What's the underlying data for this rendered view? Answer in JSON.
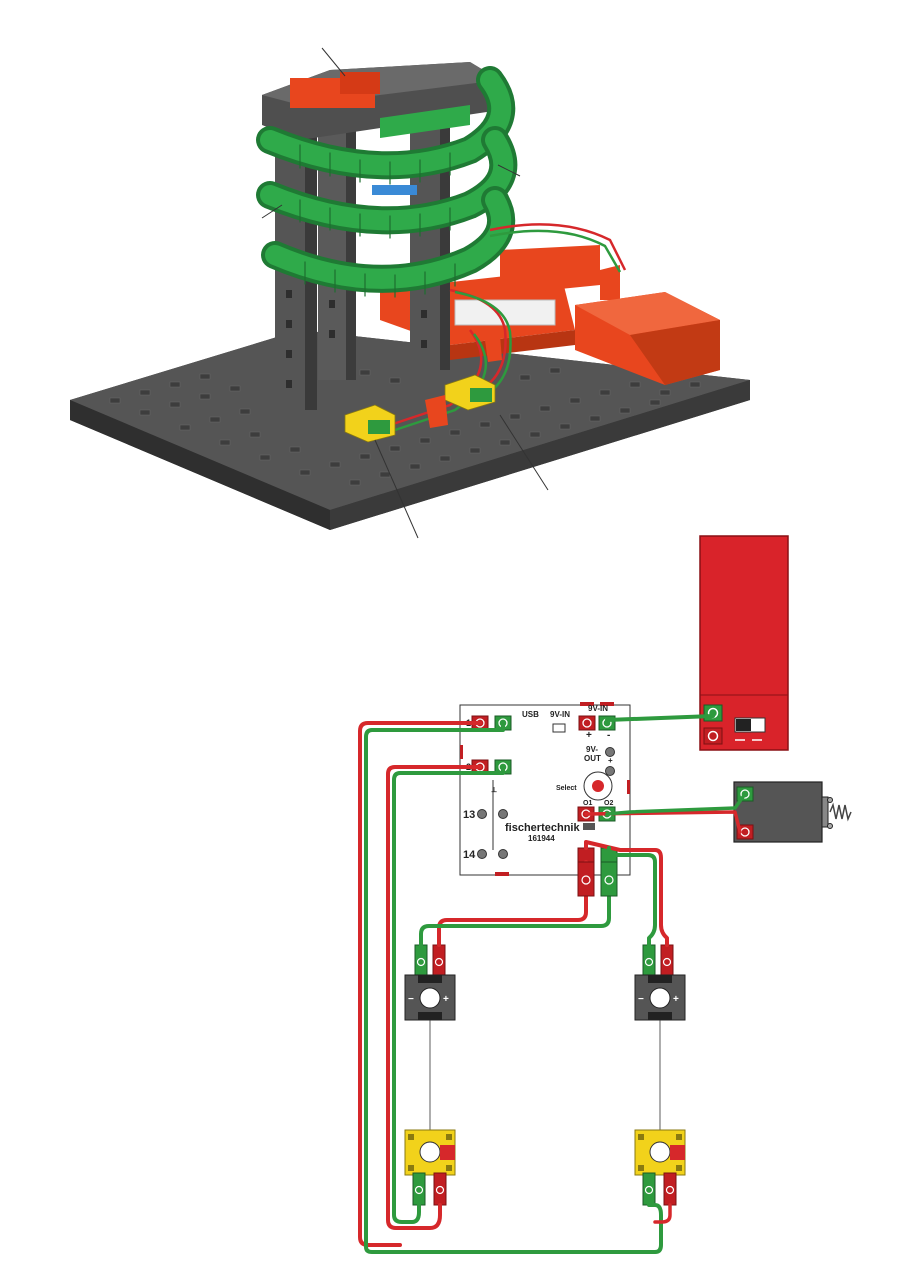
{
  "controller": {
    "usb_label": "USB",
    "vin_label": "9V-IN",
    "vin2_label": "9V-IN",
    "plus_label": "+",
    "minus_label": "-",
    "vout_label": "9V-",
    "vout2_label": "OUT",
    "select_label": "Select",
    "brand": "fischertechnik",
    "part_number": "161944",
    "input_13": "13",
    "input_14": "14",
    "output_o1": "O1",
    "output_o2": "O2"
  },
  "colors": {
    "wire_red": "#d6282b",
    "wire_green": "#2e9a3e",
    "battery_red": "#d9232a",
    "motor_gray": "#555555",
    "baseplate": "#4a4a4a",
    "orange_parts": "#e8461e",
    "spiral_green": "#2faa4a",
    "sensor_yellow": "#f2d21b"
  },
  "icons": {
    "battery_switch": "slide-switch-icon",
    "select_button": "round-button-icon",
    "spring": "spring-icon"
  }
}
